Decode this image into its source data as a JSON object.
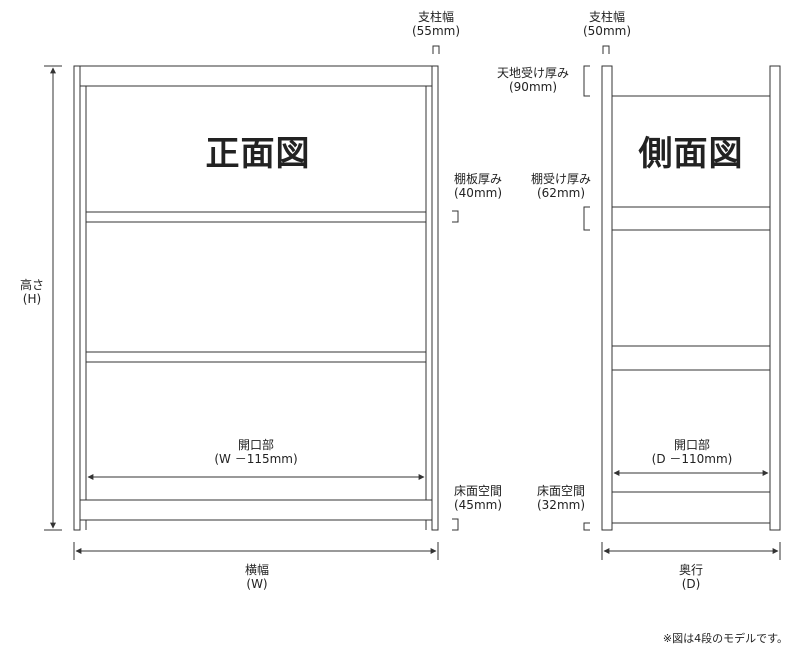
{
  "front": {
    "title": "正面図",
    "post_width_label": "支柱幅",
    "post_width_value": "(55mm)",
    "shelf_thickness_label": "棚板厚み",
    "shelf_thickness_value": "(40mm)",
    "height_label": "高さ",
    "height_value": "(H)",
    "opening_label": "開口部",
    "opening_value": "(W －115mm)",
    "floor_gap_label": "床面空間",
    "floor_gap_value": "(45mm)",
    "width_label": "横幅",
    "width_value": "(W)"
  },
  "side": {
    "title": "側面図",
    "post_width_label": "支柱幅",
    "post_width_value": "(50mm)",
    "top_bottom_label": "天地受け厚み",
    "top_bottom_value": "(90mm)",
    "shelf_support_label": "棚受け厚み",
    "shelf_support_value": "(62mm)",
    "opening_label": "開口部",
    "opening_value": "(D －110mm)",
    "floor_gap_label": "床面空間",
    "floor_gap_value": "(32mm)",
    "depth_label": "奥行",
    "depth_value": "(D)"
  },
  "footnote": "※図は4段のモデルです。",
  "colors": {
    "line": "#333333",
    "background": "#ffffff"
  }
}
